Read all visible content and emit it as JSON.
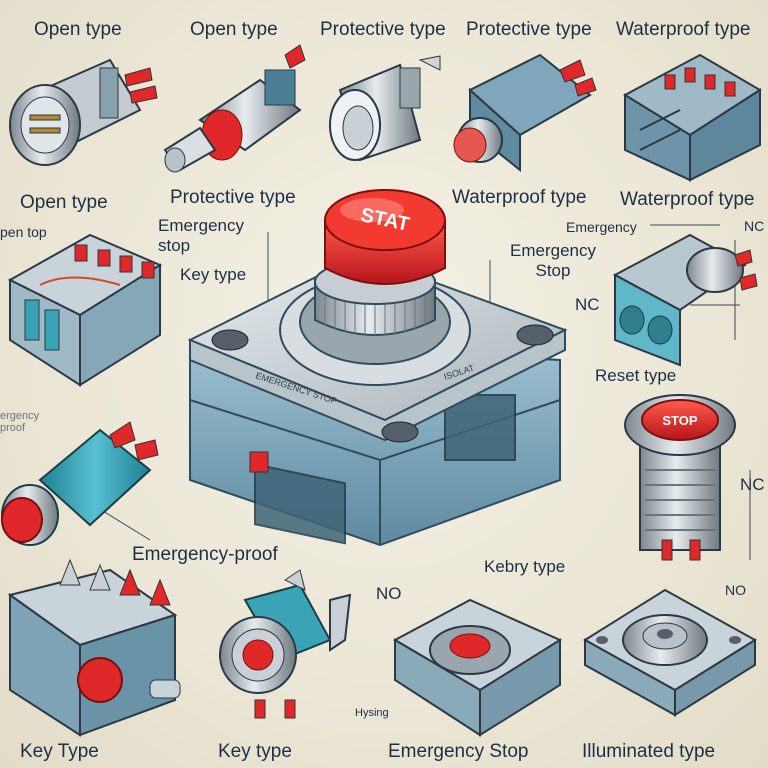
{
  "labels": {
    "t1": "Open type",
    "t2": "Open type",
    "t3": "Protective type",
    "t4": "Protective type",
    "t5": "Waterproof type",
    "r2a": "Open type",
    "r2b": "Protective type",
    "r2c": "Waterproof type",
    "r2d": "Waterproof type",
    "emergency_stop_left": "Emergency\nstop",
    "key_type_left": "Key type",
    "open_top_cut": "pen top",
    "emergency_right_small": "Emergency",
    "emergency_stop_right": "Emergency\nStop",
    "nc_right": "NC",
    "nc_far_right": "NC",
    "reset_type": "Reset type",
    "nc_right_mid": "NC",
    "emergency_proof": "Emergency-proof",
    "no_center": "NO",
    "kebry_type": "Kebry type",
    "no_right": "NO",
    "hysing": "Hysing",
    "key_type_1": "Key Type",
    "key_type_2": "Key type",
    "emergency_stop_bottom": "Emergency Stop",
    "illuminated_type": "Illuminated type",
    "left_faint": "ergency\nproof"
  },
  "center_button": {
    "cap_text": "STAT",
    "side_text_left": "EMERGENCY STOP",
    "side_text_right": "ISOLAT"
  },
  "stop_button_right": {
    "cap_text": "STOP"
  },
  "colors": {
    "red": "#e0282a",
    "steel": "#a9b2b8",
    "teal": "#3aa3b5",
    "blue_housing": "#7fa3b6",
    "ink": "#1d2f45"
  }
}
